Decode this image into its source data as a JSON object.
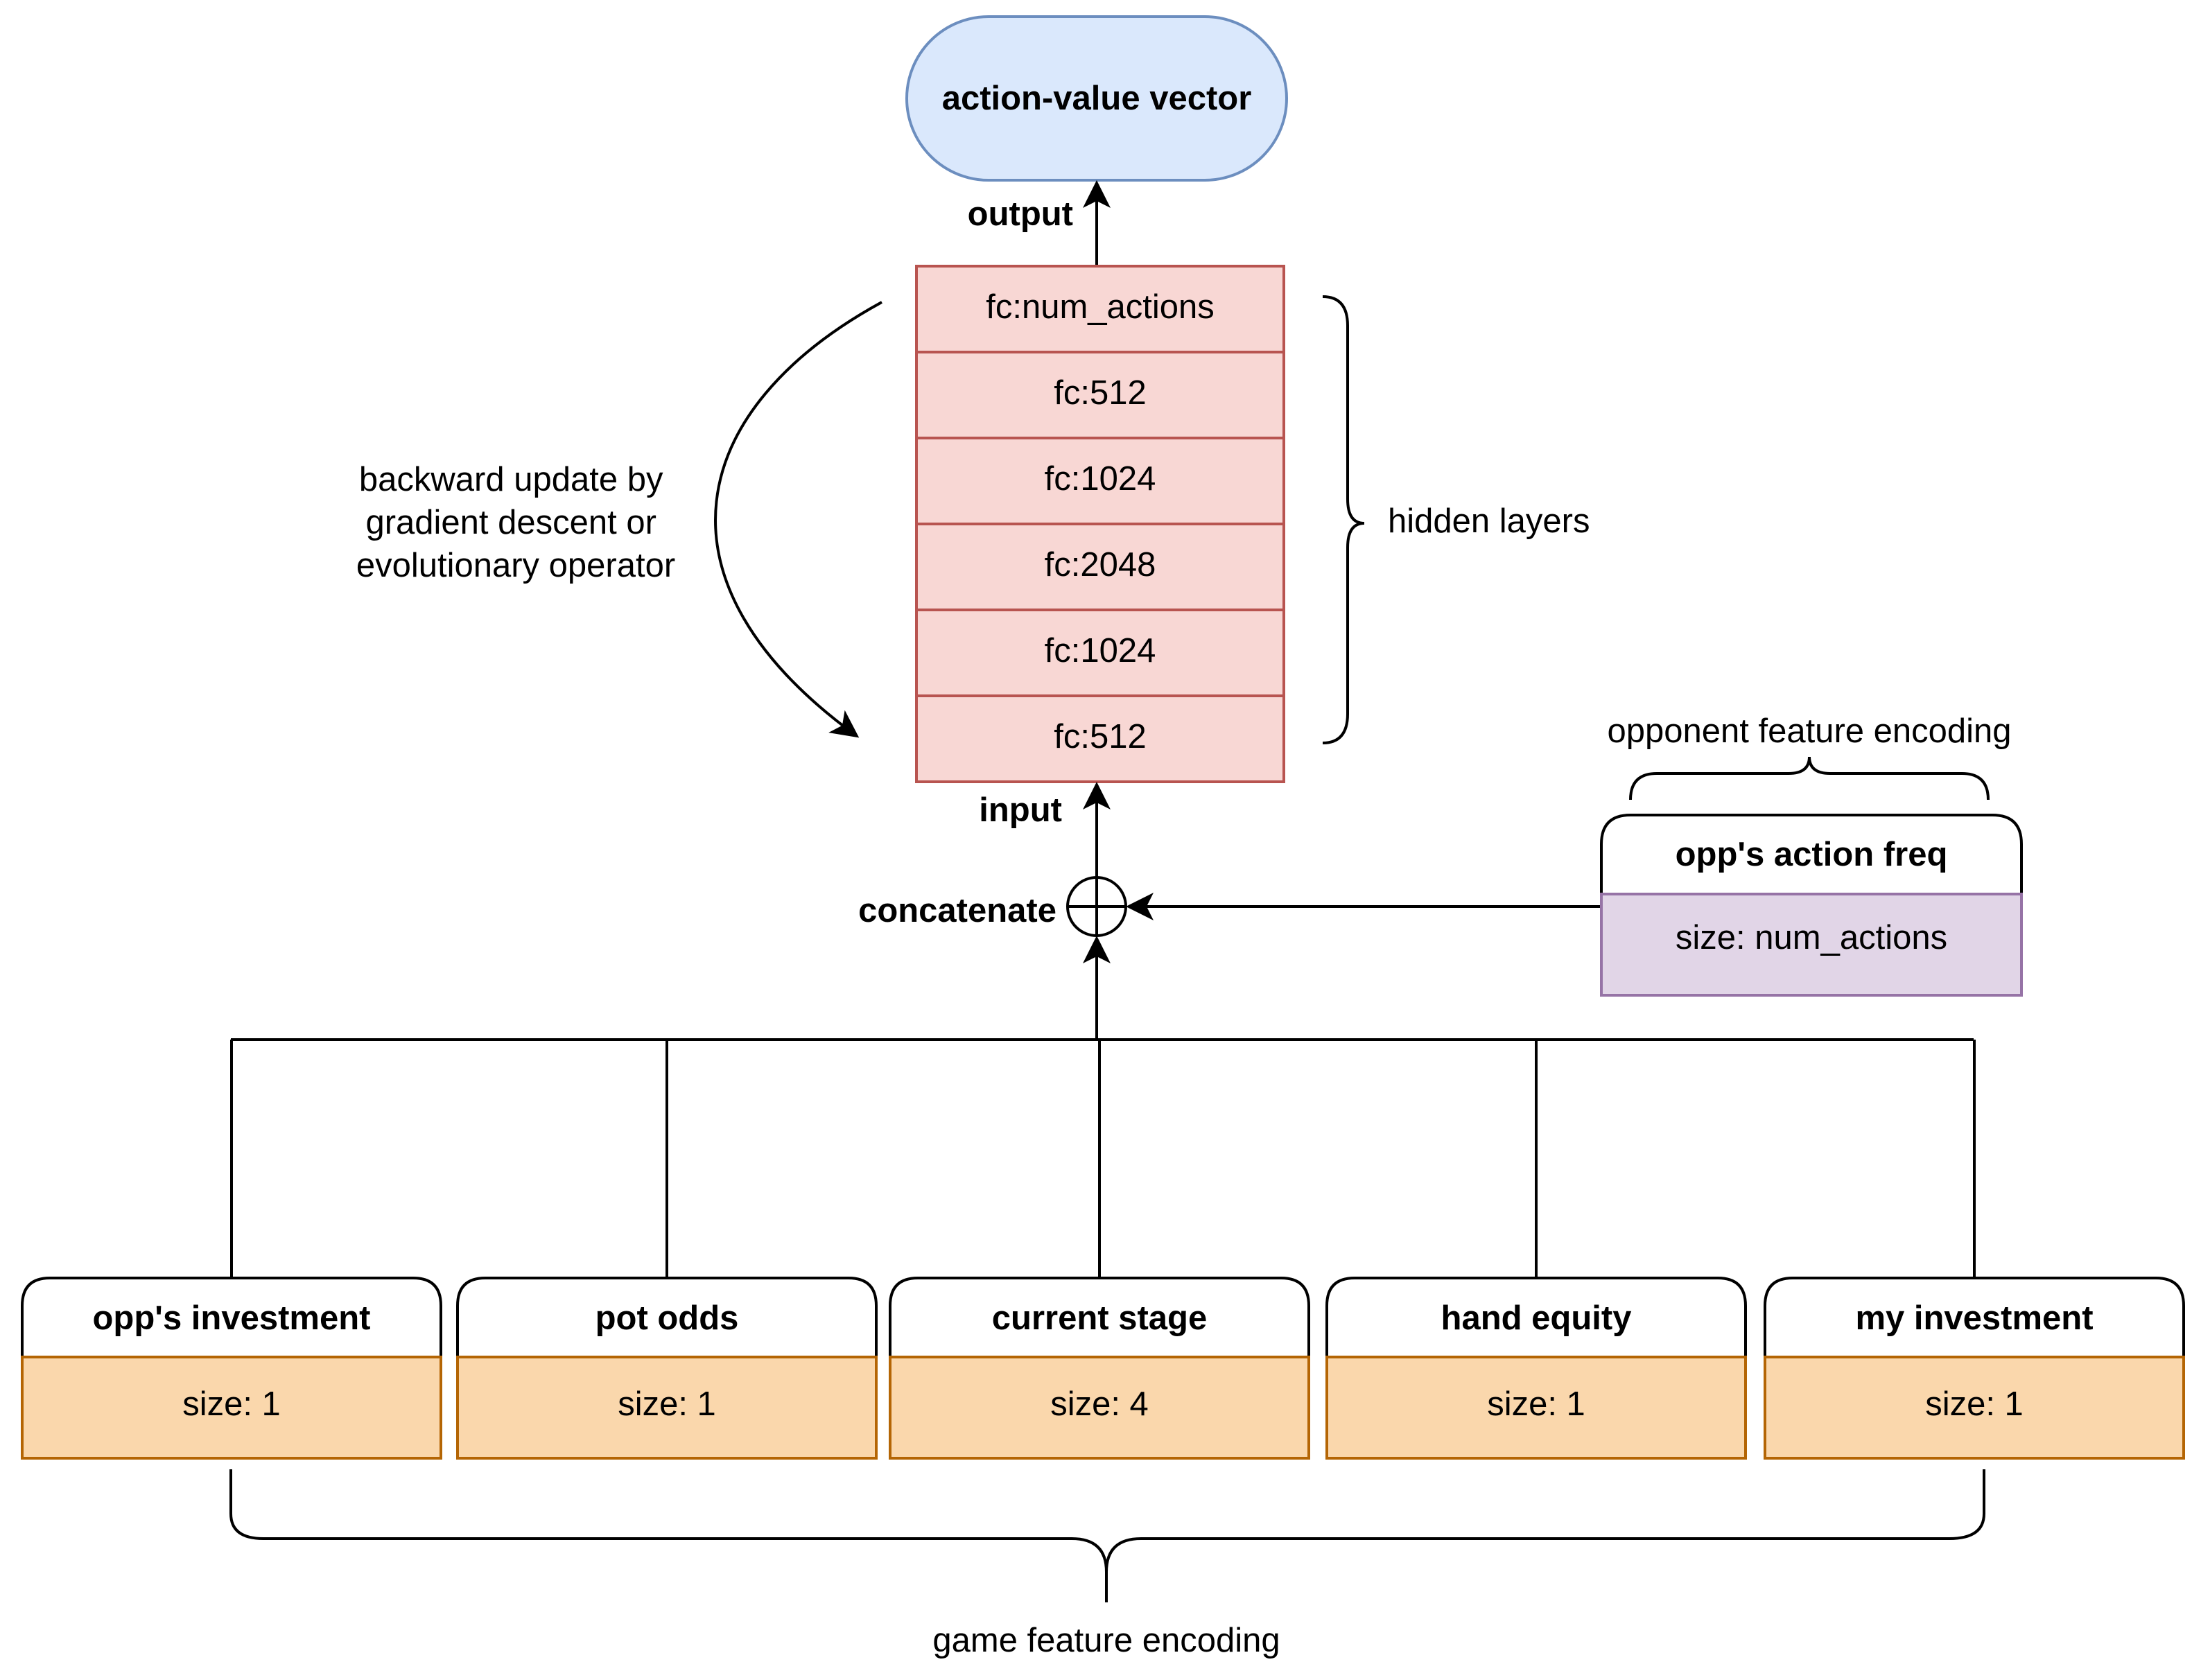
{
  "output_node": {
    "label": "action-value vector",
    "fill": "#dae8fc",
    "stroke": "#6c8ebf"
  },
  "network": {
    "fill": "#f8d7d4",
    "stroke": "#b85450",
    "layers": [
      "fc:num_actions",
      "fc:512",
      "fc:1024",
      "fc:2048",
      "fc:1024",
      "fc:512"
    ]
  },
  "labels": {
    "output": "output",
    "input": "input",
    "concatenate": "concatenate",
    "hidden_layers": "hidden layers",
    "backward_update": [
      "backward update by",
      "gradient descent or",
      "evolutionary operator"
    ],
    "opponent_feature_encoding": "opponent feature encoding",
    "game_feature_encoding": "game feature encoding"
  },
  "opponent_feature": {
    "title": "opp's action freq",
    "size": "size: num_actions",
    "fill": "#e1d5e7",
    "stroke": "#9673a6"
  },
  "game_features": {
    "fill": "#fad7ac",
    "stroke": "#b46504",
    "items": [
      {
        "title": "opp's investment",
        "size": "size: 1"
      },
      {
        "title": "pot odds",
        "size": "size: 1"
      },
      {
        "title": "current stage",
        "size": "size: 4"
      },
      {
        "title": "hand equity",
        "size": "size: 1"
      },
      {
        "title": "my investment",
        "size": "size: 1"
      }
    ]
  }
}
